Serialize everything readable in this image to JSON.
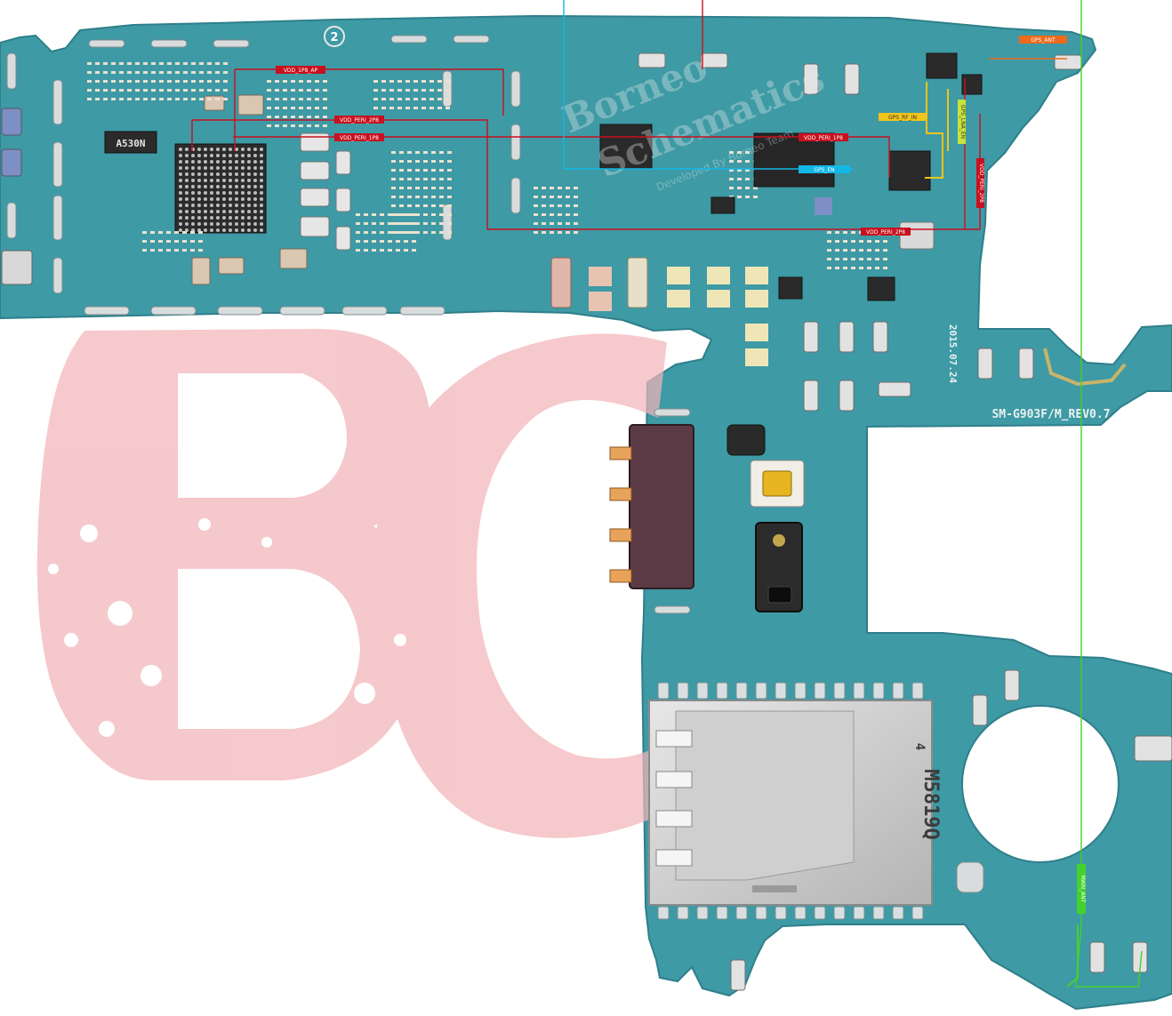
{
  "watermark": {
    "brand": "Borneo",
    "product": "Schematics",
    "tagline": "Developed By Borneo Team"
  },
  "board": {
    "model_rev": "SM-G903F/M_REV0.7",
    "date_code": "2015.07.24",
    "chip_mark": "A530N",
    "sim_tray_code": "M5819Q",
    "sim_tray_digit": "4",
    "circle_digit": "2"
  },
  "nets": {
    "vdd_1p8_ap": "VDD_1P8_AP",
    "vdd_peri_2p8_a": "VDD_PERI_2P8",
    "vdd_peri_1p8_a": "VDD_PERI_1P8",
    "vdd_peri_1p8_b": "VDD_PERI_1P8",
    "vdd_peri_2p8_b": "VDD_PERI_2P8",
    "vdd_peri_2p8_c": "VDD_PERI_2P8",
    "gps_en": "GPS_EN",
    "gps_ant": "GPS_ANT",
    "gps_rf_in": "GPS_RF_IN",
    "gps_lna_en": "GPS_LNA_EN",
    "main_ant": "MAIN_ANT"
  },
  "colors": {
    "pcb": "#3e9aa5",
    "pcb_dark": "#2f7e8a",
    "vdd_net": "#c8101e",
    "gps_en_net": "#13b7e6",
    "gps_ant_net": "#ee6a1c",
    "gps_rf_net": "#f0c419",
    "ant_net": "#45d12b",
    "watermark": "#f2b4b9"
  }
}
